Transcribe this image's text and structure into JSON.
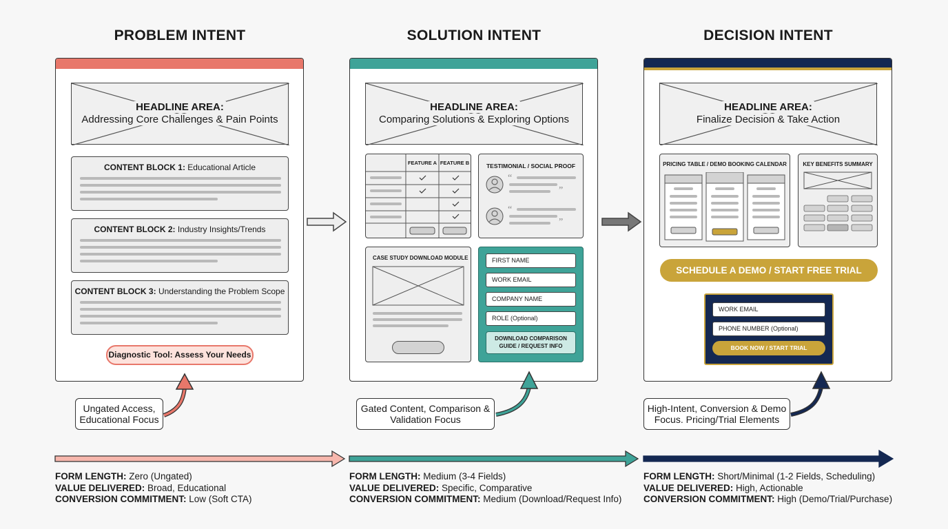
{
  "columns": [
    {
      "title": "PROBLEM INTENT",
      "headline_label": "HEADLINE AREA:",
      "headline_text": "Addressing Core Challenges & Pain Points",
      "blocks": [
        {
          "label": "CONTENT BLOCK 1:",
          "text": "Educational Article"
        },
        {
          "label": "CONTENT BLOCK 2:",
          "text": "Industry Insights/Trends"
        },
        {
          "label": "CONTENT BLOCK 3:",
          "text": "Understanding the Problem Scope"
        }
      ],
      "cta": "Diagnostic Tool: Assess Your Needs",
      "note": "Ungated Access,\nEducational Focus",
      "form_length_label": "FORM LENGTH:",
      "form_length": "Zero (Ungated)",
      "value_label": "VALUE DELIVERED:",
      "value": "Broad, Educational",
      "commitment_label": "CONVERSION COMMITMENT:",
      "commitment": "Low (Soft CTA)"
    },
    {
      "title": "SOLUTION INTENT",
      "headline_label": "HEADLINE AREA:",
      "headline_text": "Comparing Solutions & Exploring Options",
      "table_headers": [
        "FEATURE A",
        "FEATURE B"
      ],
      "testimonial_title": "TESTIMONIAL / SOCIAL PROOF",
      "case_study_title": "CASE STUDY DOWNLOAD MODULE",
      "fields": [
        "FIRST NAME",
        "WORK EMAIL",
        "COMPANY NAME",
        "ROLE (Optional)"
      ],
      "form_button": "DOWNLOAD COMPARISON GUIDE / REQUEST INFO",
      "note": "Gated Content, Comparison &\nValidation Focus",
      "form_length_label": "FORM LENGTH:",
      "form_length": "Medium (3-4 Fields)",
      "value_label": "VALUE DELIVERED:",
      "value": "Specific, Comparative",
      "commitment_label": "CONVERSION COMMITMENT:",
      "commitment": "Medium (Download/Request Info)"
    },
    {
      "title": "DECISION INTENT",
      "headline_label": "HEADLINE AREA:",
      "headline_text": "Finalize Decision & Take Action",
      "pricing_title": "PRICING TABLE / DEMO BOOKING CALENDAR",
      "benefits_title": "KEY BENEFITS SUMMARY",
      "cta": "SCHEDULE A DEMO / START FREE TRIAL",
      "fields": [
        "WORK EMAIL",
        "PHONE NUMBER (Optional)"
      ],
      "form_button": "BOOK NOW / START TRIAL",
      "note": "High-Intent, Conversion & Demo\nFocus. Pricing/Trial Elements",
      "form_length_label": "FORM LENGTH:",
      "form_length": "Short/Minimal (1-2 Fields, Scheduling)",
      "value_label": "VALUE DELIVERED:",
      "value": "High, Actionable",
      "commitment_label": "CONVERSION COMMITMENT:",
      "commitment": "High (Demo/Trial/Purchase)"
    }
  ],
  "colors": {
    "problem": "#e8776a",
    "problem_light": "#f7b7ad",
    "solution": "#3fa398",
    "decision": "#142852",
    "gold": "#c9a43a"
  }
}
